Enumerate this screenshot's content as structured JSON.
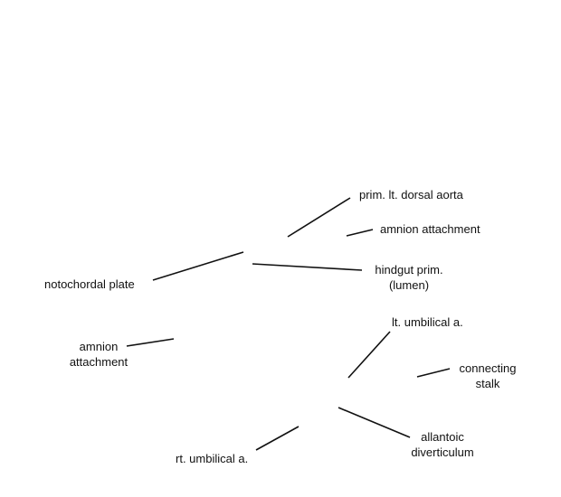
{
  "labels": {
    "prim_lt_dorsal_aorta": "prim. lt. dorsal aorta",
    "amnion_attachment_upper": "amnion attachment",
    "hindgut_prim": [
      "hindgut prim.",
      "(lumen)"
    ],
    "notochordal_plate": "notochordal plate",
    "lt_umbilical_a": "lt. umbilical a.",
    "amnion_attachment_left": [
      "amnion",
      "attachment"
    ],
    "connecting_stalk": [
      "connecting",
      "stalk"
    ],
    "allantoic_diverticulum": [
      "allantoic",
      "diverticulum"
    ],
    "rt_umbilical_a": "rt. umbilical a."
  },
  "colors": {
    "line": "#111111",
    "text": "#111111",
    "background": "#ffffff"
  }
}
